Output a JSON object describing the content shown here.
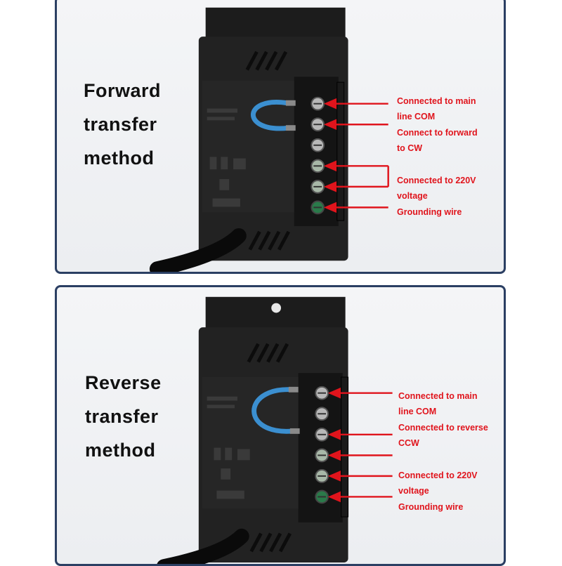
{
  "colors": {
    "panel_border": "#2b3f63",
    "label_red": "#e0141c",
    "device_body": "#202020",
    "wire_blue": "#3b8fd0"
  },
  "top_panel": {
    "title_lines": [
      "Forward",
      "transfer",
      "method"
    ],
    "labels": [
      {
        "lines": [
          "Connected to main",
          "line COM"
        ]
      },
      {
        "lines": [
          "Connect to forward",
          "to CW"
        ]
      },
      {
        "lines": [
          "Connected to 220V",
          "voltage"
        ]
      },
      {
        "lines": [
          "Grounding wire"
        ]
      }
    ]
  },
  "bottom_panel": {
    "title_lines": [
      "Reverse",
      "transfer",
      "method"
    ],
    "labels": [
      {
        "lines": [
          "Connected to main",
          "line COM"
        ]
      },
      {
        "lines": [
          "Connected to reverse",
          "CCW"
        ]
      },
      {
        "lines": [
          "Connected to 220V",
          "voltage"
        ]
      },
      {
        "lines": [
          "Grounding wire"
        ]
      }
    ]
  }
}
